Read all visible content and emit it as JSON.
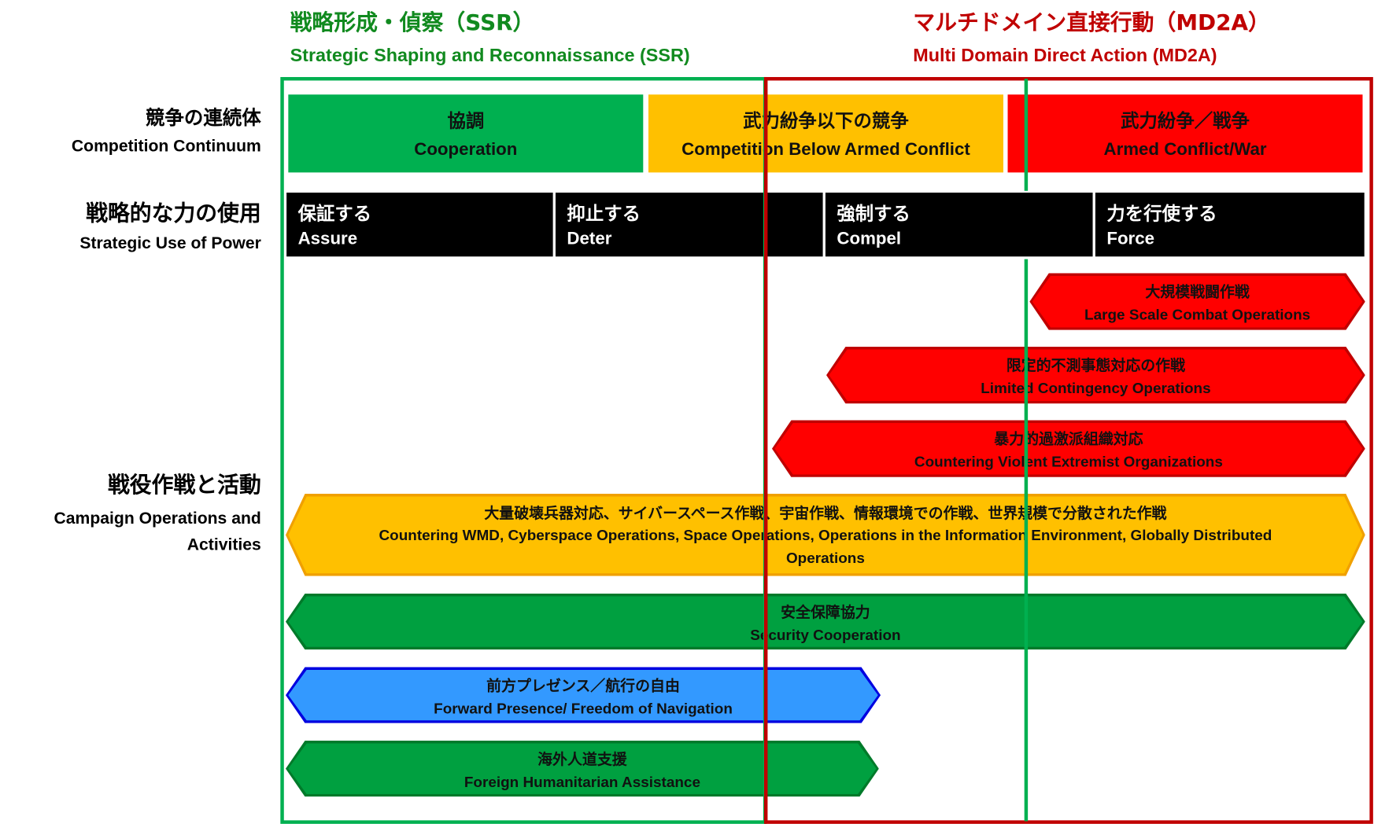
{
  "headers": {
    "ssr": {
      "jp": "戦略形成・偵察（SSR）",
      "en": "Strategic Shaping and Reconnaissance (SSR)",
      "color": "#118a1f"
    },
    "md2a": {
      "jp": "マルチドメイン直接行動（MD2A）",
      "en": "Multi Domain Direct Action (MD2A)",
      "color": "#c00000"
    }
  },
  "row_labels": {
    "continuum": {
      "jp": "競争の連続体",
      "en": "Competition Continuum"
    },
    "power": {
      "jp": "戦略的な力の使用",
      "en": "Strategic Use of Power"
    },
    "campaign": {
      "jp": "戦役作戦と活動",
      "en1": "Campaign Operations and",
      "en2": "Activities"
    }
  },
  "continuum": [
    {
      "jp": "協調",
      "en": "Cooperation",
      "color": "#00b050"
    },
    {
      "jp": "武力紛争以下の競争",
      "en": "Competition Below Armed Conflict",
      "color": "#ffc000"
    },
    {
      "jp": "武力紛争／戦争",
      "en": "Armed Conflict/War",
      "color": "#ff0000"
    }
  ],
  "power": [
    {
      "jp": "保証する",
      "en": "Assure"
    },
    {
      "jp": "抑止する",
      "en": "Deter"
    },
    {
      "jp": "強制する",
      "en": "Compel"
    },
    {
      "jp": "力を行使する",
      "en": "Force"
    }
  ],
  "operations": [
    {
      "jp": "大規模戦闘作戦",
      "en": "Large Scale Combat Operations"
    },
    {
      "jp": "限定的不測事態対応の作戦",
      "en": "Limited Contingency Operations"
    },
    {
      "jp": "暴力的過激派組織対応",
      "en": "Countering Violent Extremist Organizations"
    },
    {
      "jp": "大量破壊兵器対応、サイバースペース作戦、宇宙作戦、情報環境での作戦、世界規模で分散された作戦",
      "en": "Countering WMD, Cyberspace Operations, Space Operations, Operations in the Information Environment, Globally Distributed Operations"
    },
    {
      "jp": "安全保障協力",
      "en": "Security Cooperation"
    },
    {
      "jp": "前方プレゼンス／航行の自由",
      "en": "Forward Presence/ Freedom of Navigation"
    },
    {
      "jp": "海外人道支援",
      "en": "Foreign Humanitarian Assistance"
    }
  ]
}
